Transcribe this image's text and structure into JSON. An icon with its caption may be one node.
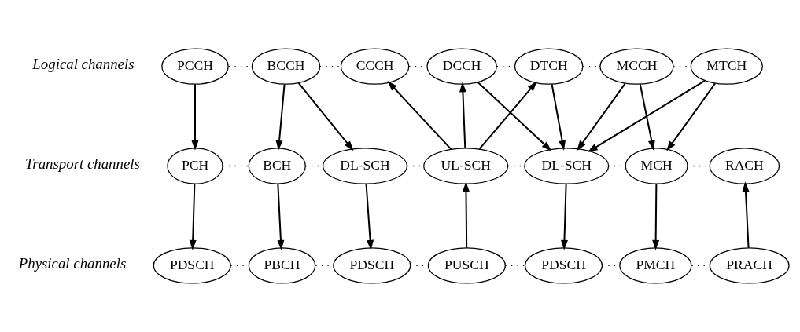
{
  "diagram": {
    "nodes": [
      {
        "text": [
          "PCCH"
        ]
      },
      {
        "text": [
          "BCCH"
        ]
      },
      {
        "text": [
          "CCCH"
        ]
      },
      {
        "text": [
          "DCCH"
        ]
      },
      {
        "text": [
          "DTCH"
        ]
      },
      {
        "text": [
          "MCCH"
        ]
      },
      {
        "text": [
          "MTCH"
        ]
      },
      {
        "text": [
          "PCH"
        ]
      },
      {
        "text": [
          "BCH"
        ]
      },
      {
        "text": [
          "DL-SCH"
        ]
      },
      {
        "text": [
          "UL-SCH"
        ]
      },
      {
        "text": [
          "DL-SCH"
        ]
      },
      {
        "text": [
          "MCH"
        ]
      },
      {
        "text": [
          "RACH"
        ]
      },
      {
        "text": [
          "PDSCH"
        ]
      },
      {
        "text": [
          "PBCH"
        ]
      },
      {
        "text": [
          "PDSCH"
        ]
      },
      {
        "text": [
          "PUSCH"
        ]
      },
      {
        "text": [
          "PDSCH"
        ]
      },
      {
        "text": [
          "PMCH"
        ]
      },
      {
        "text": [
          "PRACH"
        ]
      }
    ],
    "edges": [
      {
        "from": 0,
        "to": 7,
        "arrow": "to"
      },
      {
        "from": 1,
        "to": 8,
        "arrow": "to"
      },
      {
        "from": 1,
        "to": 9,
        "arrow": "to"
      },
      {
        "from": 10,
        "to": 2,
        "arrow": "to"
      },
      {
        "from": 10,
        "to": 3,
        "arrow": "to"
      },
      {
        "from": 3,
        "to": 11,
        "arrow": "to"
      },
      {
        "from": 10,
        "to": 4,
        "arrow": "to"
      },
      {
        "from": 4,
        "to": 11,
        "arrow": "to"
      },
      {
        "from": 5,
        "to": 11,
        "arrow": "to"
      },
      {
        "from": 5,
        "to": 12,
        "arrow": "to"
      },
      {
        "from": 6,
        "to": 11,
        "arrow": "to"
      },
      {
        "from": 6,
        "to": 12,
        "arrow": "to"
      },
      {
        "from": 7,
        "to": 14,
        "arrow": "to"
      },
      {
        "from": 8,
        "to": 15,
        "arrow": "to"
      },
      {
        "from": 9,
        "to": 16,
        "arrow": "to"
      },
      {
        "from": 17,
        "to": 10,
        "arrow": "to"
      },
      {
        "from": 11,
        "to": 18,
        "arrow": "to"
      },
      {
        "from": 12,
        "to": 19,
        "arrow": "to"
      },
      {
        "from": 20,
        "to": 13,
        "arrow": "to"
      },
      {
        "from": 0,
        "to": 1,
        "arrow": "none",
        "style": "dashed"
      },
      {
        "from": 1,
        "to": 2,
        "arrow": "none",
        "style": "dashed"
      },
      {
        "from": 2,
        "to": 3,
        "arrow": "none",
        "style": "dashed"
      },
      {
        "from": 3,
        "to": 4,
        "arrow": "none",
        "style": "dashed"
      },
      {
        "from": 4,
        "to": 5,
        "arrow": "none",
        "style": "dashed"
      },
      {
        "from": 5,
        "to": 6,
        "arrow": "none",
        "style": "dashed"
      },
      {
        "from": 7,
        "to": 8,
        "arrow": "none",
        "style": "dashed"
      },
      {
        "from": 8,
        "to": 9,
        "arrow": "none",
        "style": "dashed"
      },
      {
        "from": 9,
        "to": 10,
        "arrow": "none",
        "style": "dashed"
      },
      {
        "from": 10,
        "to": 11,
        "arrow": "none",
        "style": "dashed"
      },
      {
        "from": 11,
        "to": 12,
        "arrow": "none",
        "style": "dashed"
      },
      {
        "from": 12,
        "to": 13,
        "arrow": "none",
        "style": "dashed"
      },
      {
        "from": 14,
        "to": 15,
        "arrow": "none",
        "style": "dashed"
      },
      {
        "from": 15,
        "to": 16,
        "arrow": "none",
        "style": "dashed"
      },
      {
        "from": 16,
        "to": 17,
        "arrow": "none",
        "style": "dashed"
      },
      {
        "from": 17,
        "to": 18,
        "arrow": "none",
        "style": "dashed"
      },
      {
        "from": 18,
        "to": 19,
        "arrow": "none",
        "style": "dashed"
      },
      {
        "from": 19,
        "to": 20,
        "arrow": "none",
        "style": "dashed"
      }
    ],
    "labels": [
      "Logical channels",
      "Transport channels",
      "Physical channels"
    ]
  }
}
